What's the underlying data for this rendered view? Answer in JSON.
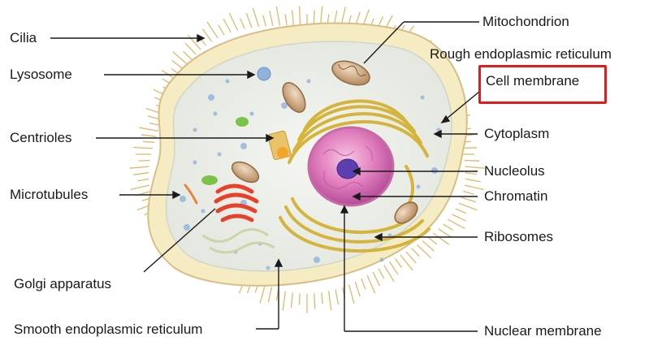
{
  "labels": {
    "cilia": "Cilia",
    "lysosome": "Lysosome",
    "centrioles": "Centrioles",
    "microtubules": "Microtubules",
    "golgi": "Golgi apparatus",
    "smooth_er": "Smooth endoplasmic reticulum",
    "mitochondrion": "Mitochondrion",
    "rough_er": "Rough endoplasmic reticulum",
    "cell_membrane": "Cell membrane",
    "cytoplasm": "Cytoplasm",
    "nucleolus": "Nucleolus",
    "chromatin": "Chromatin",
    "ribosomes": "Ribosomes",
    "nuclear_membrane": "Nuclear membrane"
  },
  "highlight": {
    "target": "cell_membrane",
    "color": "#e21b1b"
  },
  "colors": {
    "cilia": "#e2b868",
    "membrane": "#f6ecc4",
    "cytoplasm": "#eef0ea",
    "nucleus": "#e27fbe",
    "nucleolus": "#5b3fb0",
    "golgi": "#e8402a",
    "er": "#d4b43a",
    "mitochondrion": "#c9a27c",
    "lysosome": "#8fb2de",
    "green_bodies": "#7cc24a"
  }
}
